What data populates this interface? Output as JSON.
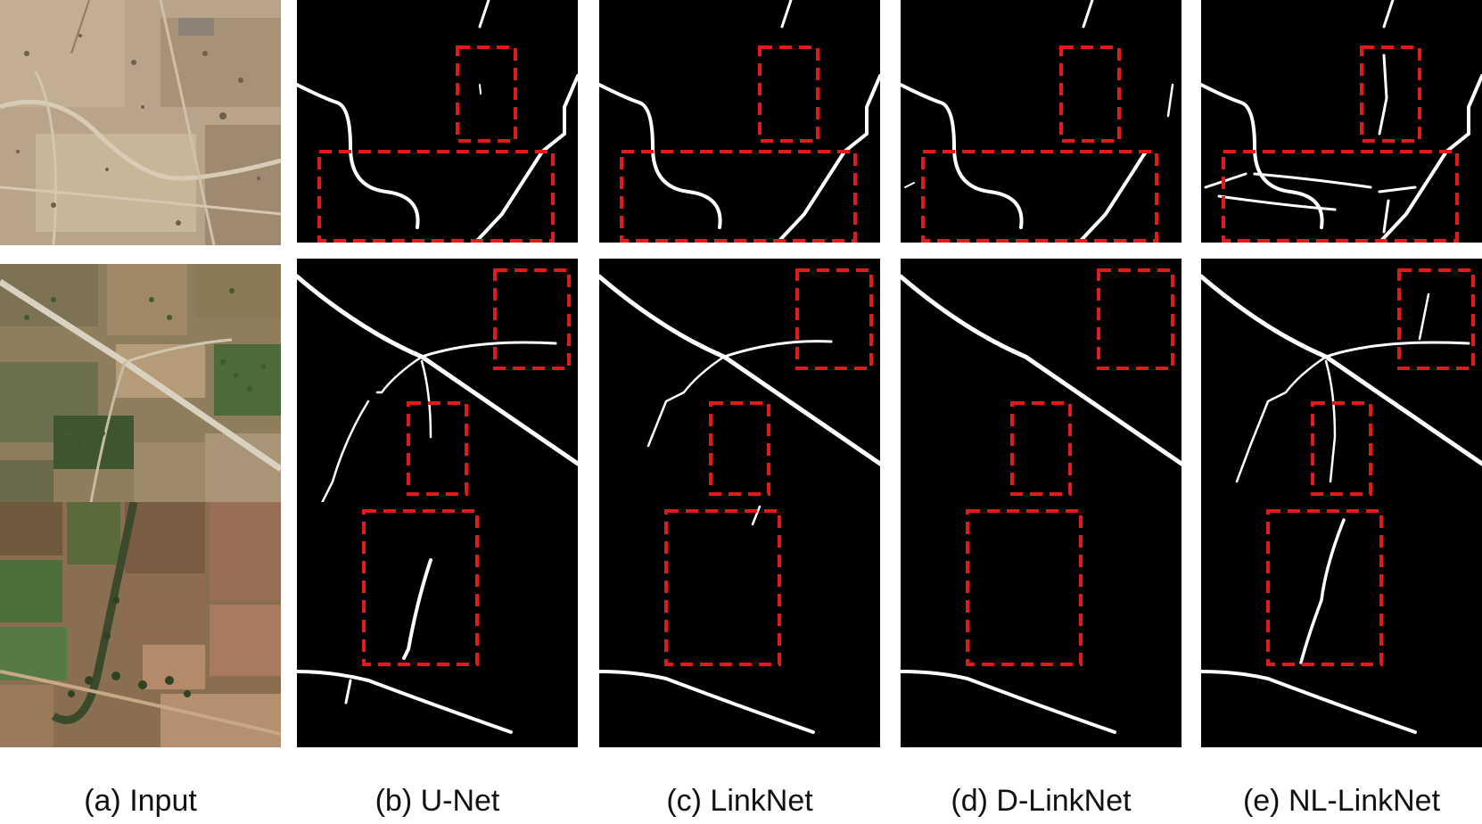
{
  "figure": {
    "columns": [
      {
        "id": "input",
        "label": "(a) Input"
      },
      {
        "id": "unet",
        "label": "(b) U-Net"
      },
      {
        "id": "linknet",
        "label": "(c) LinkNet"
      },
      {
        "id": "dlinknet",
        "label": "(d) D-LinkNet"
      },
      {
        "id": "nllinknet",
        "label": "(e) NL-LinkNet"
      }
    ],
    "rows": [
      {
        "id": "row-1",
        "input_scene": "arid-terrain"
      },
      {
        "id": "row-2",
        "input_scene": "orchard-fields"
      },
      {
        "id": "row-3",
        "input_scene": "crop-fields"
      }
    ],
    "colors": {
      "background": "#ffffff",
      "mask_background": "#000000",
      "road": "#ffffff",
      "highlight_box": "#e01b1b"
    }
  }
}
